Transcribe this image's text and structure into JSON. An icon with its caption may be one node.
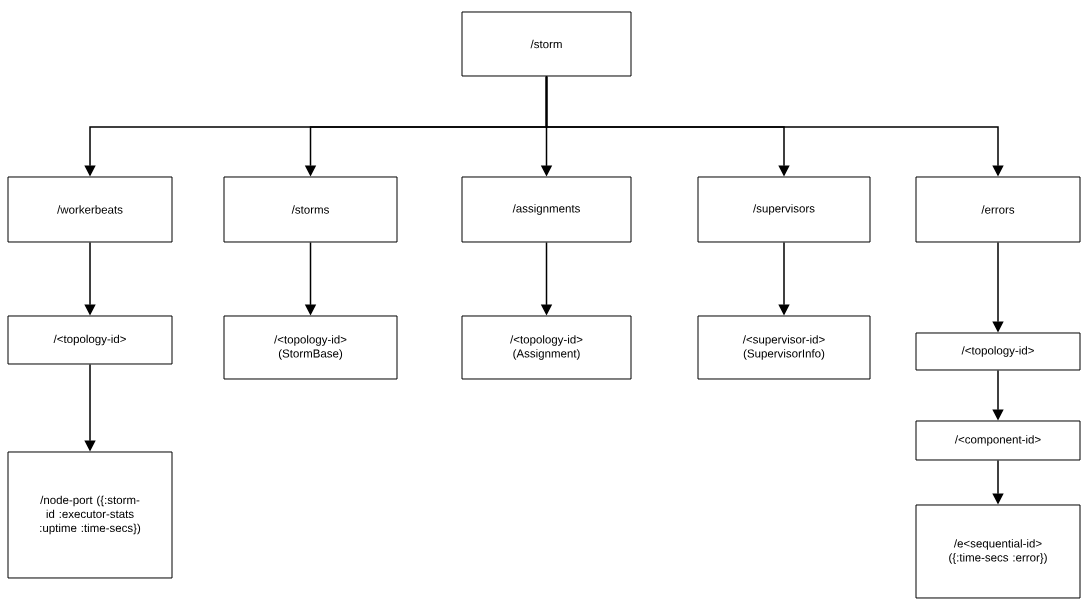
{
  "diagram": {
    "nodes": [
      {
        "text": [
          "/storm"
        ]
      },
      {
        "text": [
          "/workerbeats"
        ]
      },
      {
        "text": [
          "/storms"
        ]
      },
      {
        "text": [
          "/assignments"
        ]
      },
      {
        "text": [
          "/supervisors"
        ]
      },
      {
        "text": [
          "/errors"
        ]
      },
      {
        "text": [
          "/<topology-id>"
        ]
      },
      {
        "text": [
          "/<topology-id> (StormBase)"
        ]
      },
      {
        "text": [
          "/<topology-id> (Assignment)"
        ]
      },
      {
        "text": [
          "/<supervisor-id> (SupervisorInfo)"
        ]
      },
      {
        "text": [
          "/<topology-id>"
        ]
      },
      {
        "text": [
          "/<component-id>"
        ]
      },
      {
        "text": [
          "/e<sequential-id> ({:time-secs :error})"
        ]
      },
      {
        "text": [
          "/node-port ({:storm-id :executor-stats :uptime :time-secs})"
        ]
      }
    ],
    "edges": [
      {
        "from": 0,
        "to": 1,
        "arrow": "to"
      },
      {
        "from": 0,
        "to": 2,
        "arrow": "to"
      },
      {
        "from": 0,
        "to": 3,
        "arrow": "to"
      },
      {
        "from": 0,
        "to": 4,
        "arrow": "to"
      },
      {
        "from": 0,
        "to": 5,
        "arrow": "to"
      },
      {
        "from": 1,
        "to": 6,
        "arrow": "to"
      },
      {
        "from": 6,
        "to": 13,
        "arrow": "to"
      },
      {
        "from": 2,
        "to": 7,
        "arrow": "to"
      },
      {
        "from": 3,
        "to": 8,
        "arrow": "to"
      },
      {
        "from": 4,
        "to": 9,
        "arrow": "to"
      },
      {
        "from": 5,
        "to": 10,
        "arrow": "to"
      },
      {
        "from": 10,
        "to": 11,
        "arrow": "to"
      },
      {
        "from": 11,
        "to": 12,
        "arrow": "to"
      }
    ]
  }
}
